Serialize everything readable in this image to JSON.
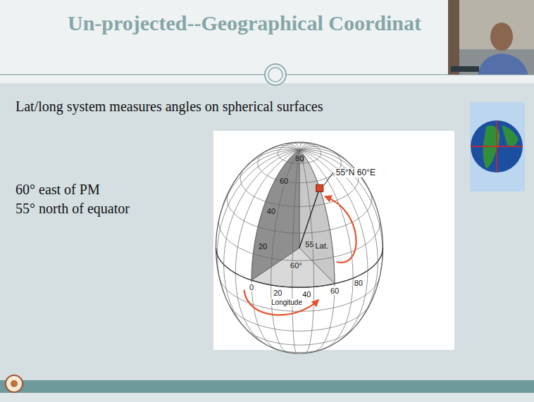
{
  "diagram": {
    "title": "Un-projected--Geographical Coordinat",
    "labels": [
      "Lat/long system measures angles on spherical surfaces",
      "60° east of PM",
      "55° north of equator",
      "80",
      "60",
      "40",
      "20",
      "55°N 60°E",
      "55",
      "Lat.",
      "60°",
      "0",
      "20",
      "40",
      "60",
      "80",
      "Longitude"
    ]
  }
}
